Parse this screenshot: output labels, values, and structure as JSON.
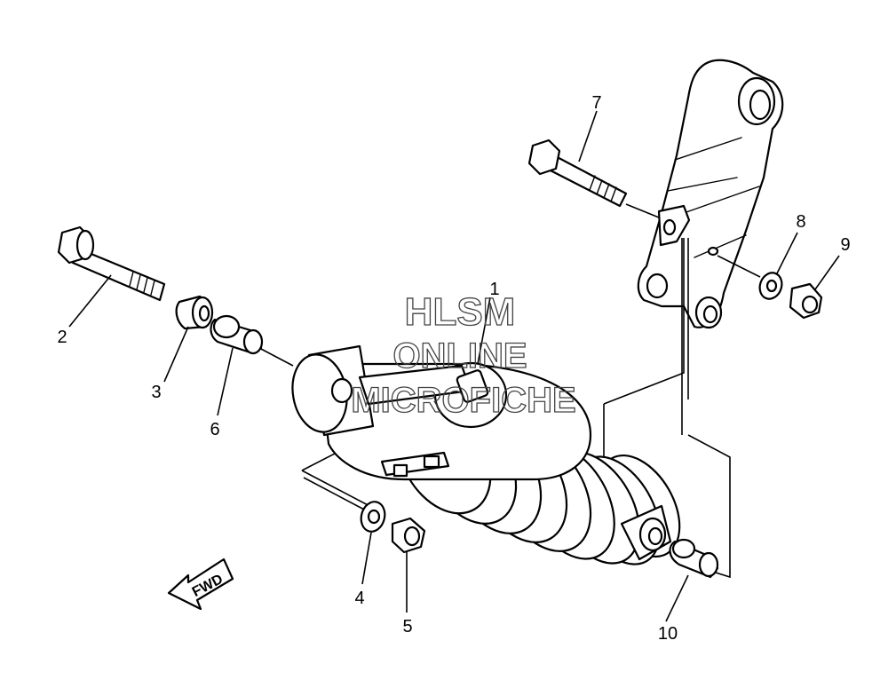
{
  "watermark": {
    "line1": "HLSM",
    "line2": "ONLINE",
    "line3": "MICROFICHE"
  },
  "direction_label": "FWD",
  "callouts": [
    "1",
    "2",
    "3",
    "4",
    "5",
    "6",
    "7",
    "8",
    "9",
    "10"
  ],
  "parts": [
    {
      "ref": "1",
      "name": "rear-shock-absorber"
    },
    {
      "ref": "2",
      "name": "upper-mount-bolt"
    },
    {
      "ref": "3",
      "name": "collar"
    },
    {
      "ref": "4",
      "name": "washer"
    },
    {
      "ref": "5",
      "name": "nut"
    },
    {
      "ref": "6",
      "name": "spacer"
    },
    {
      "ref": "7",
      "name": "link-bolt"
    },
    {
      "ref": "8",
      "name": "washer"
    },
    {
      "ref": "9",
      "name": "nut"
    },
    {
      "ref": "10",
      "name": "collar"
    }
  ]
}
